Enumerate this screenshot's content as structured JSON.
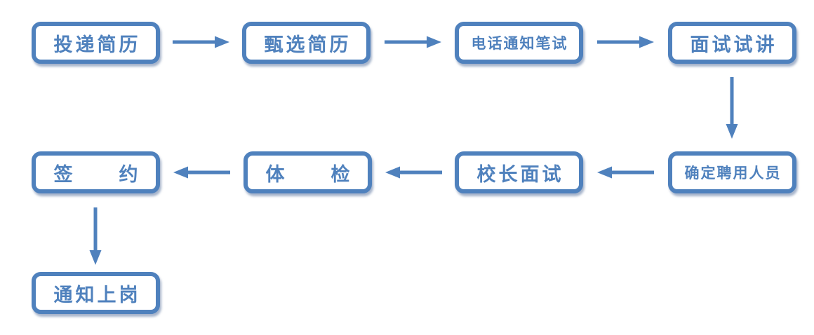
{
  "diagram": {
    "type": "flowchart",
    "description": "Teacher recruitment process flowchart",
    "colors": {
      "accent": "#4f81bd",
      "node_fill": "#ffffff",
      "shadow": "rgba(93,118,161,0.55)",
      "background": "#ffffff"
    },
    "nodes": [
      {
        "id": "n1",
        "label": "投递简历"
      },
      {
        "id": "n2",
        "label": "甄选简历"
      },
      {
        "id": "n3",
        "label": "电话通知笔试"
      },
      {
        "id": "n4",
        "label": "面试试讲"
      },
      {
        "id": "n5",
        "label": "确定聘用人员"
      },
      {
        "id": "n6",
        "label": "校长面试"
      },
      {
        "id": "n7",
        "label": "体　　检"
      },
      {
        "id": "n8",
        "label": "签　　约"
      },
      {
        "id": "n9",
        "label": "通知上岗"
      }
    ],
    "edges": [
      {
        "from": "n1",
        "to": "n2",
        "direction": "right"
      },
      {
        "from": "n2",
        "to": "n3",
        "direction": "right"
      },
      {
        "from": "n3",
        "to": "n4",
        "direction": "right"
      },
      {
        "from": "n4",
        "to": "n5",
        "direction": "down"
      },
      {
        "from": "n5",
        "to": "n6",
        "direction": "left"
      },
      {
        "from": "n6",
        "to": "n7",
        "direction": "left"
      },
      {
        "from": "n7",
        "to": "n8",
        "direction": "left"
      },
      {
        "from": "n8",
        "to": "n9",
        "direction": "down"
      }
    ]
  }
}
